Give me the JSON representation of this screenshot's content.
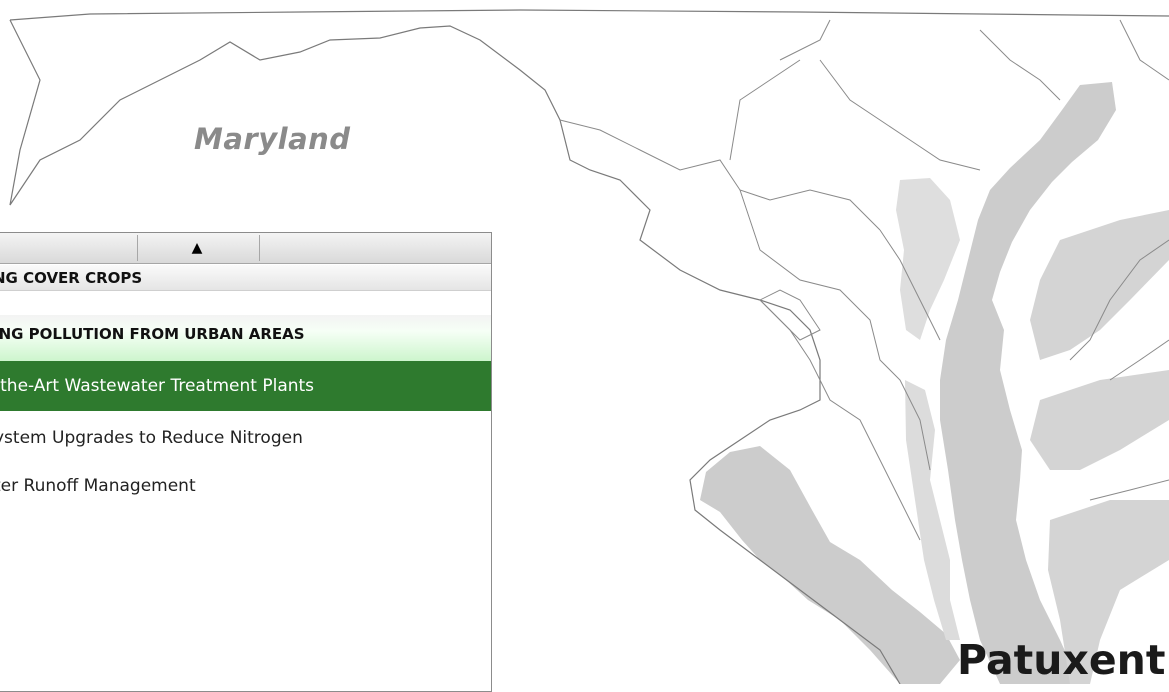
{
  "map": {
    "state_label": "Maryland",
    "river_label": "Patuxent",
    "colors": {
      "water": "#cccccc",
      "border": "#7a7a7a",
      "land": "#ffffff"
    }
  },
  "panel": {
    "toolbar": {
      "collapse_icon": "up-triangle-icon",
      "collapse_glyph": "▲"
    },
    "sections": [
      {
        "label": "NG COVER CROPS"
      },
      {
        "label": "ING POLLUTION FROM URBAN AREAS"
      }
    ],
    "items": [
      {
        "label": "-the-Art Wastewater Treatment Plants",
        "active": true
      },
      {
        "label": "ystem Upgrades to Reduce Nitrogen",
        "active": false
      },
      {
        "label": "ter Runoff Management",
        "active": false
      }
    ],
    "colors": {
      "active_bg": "#2e7a2e",
      "header_gradient_end": "#cdf5cd"
    }
  }
}
